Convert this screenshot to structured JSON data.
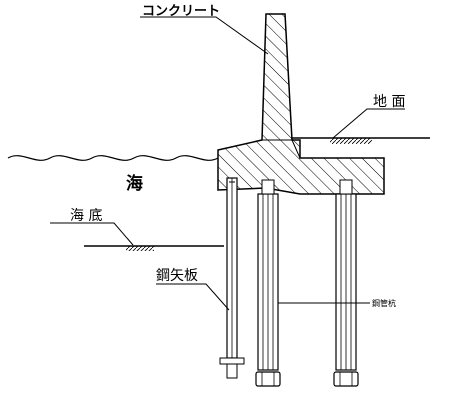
{
  "labels": {
    "concrete": "コンクリート",
    "ground": "地 面",
    "sea": "海",
    "seabed": "海 底",
    "sheet_pile": "鋼矢板",
    "steel_pipe_pile": "鋼管杭"
  },
  "colors": {
    "line": "#000000",
    "background": "#ffffff"
  }
}
